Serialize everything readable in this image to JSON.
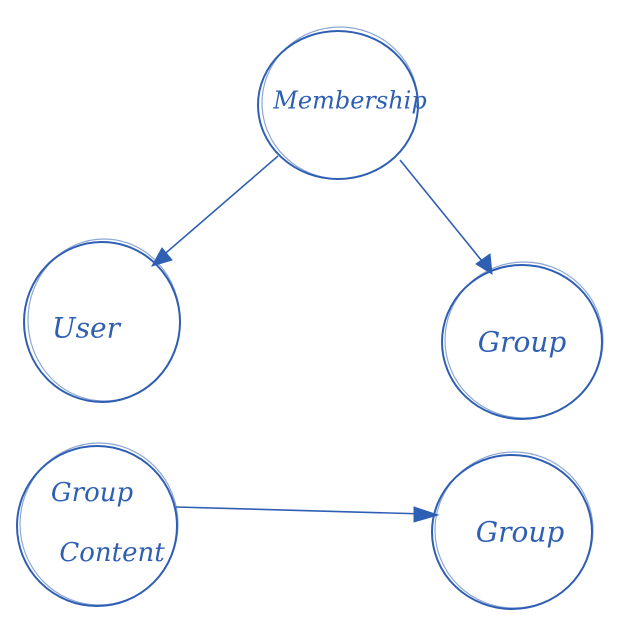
{
  "diagram": {
    "ink_color": "#2f5fb3",
    "nodes": {
      "membership": {
        "label": "Membership"
      },
      "user": {
        "label": "User"
      },
      "group_top": {
        "label": "Group"
      },
      "group_content": {
        "label_line1": "Group",
        "label_line2": "Content"
      },
      "group_bottom": {
        "label": "Group"
      }
    },
    "edges": [
      {
        "from": "membership",
        "to": "user"
      },
      {
        "from": "membership",
        "to": "group_top"
      },
      {
        "from": "group_content",
        "to": "group_bottom"
      }
    ]
  }
}
